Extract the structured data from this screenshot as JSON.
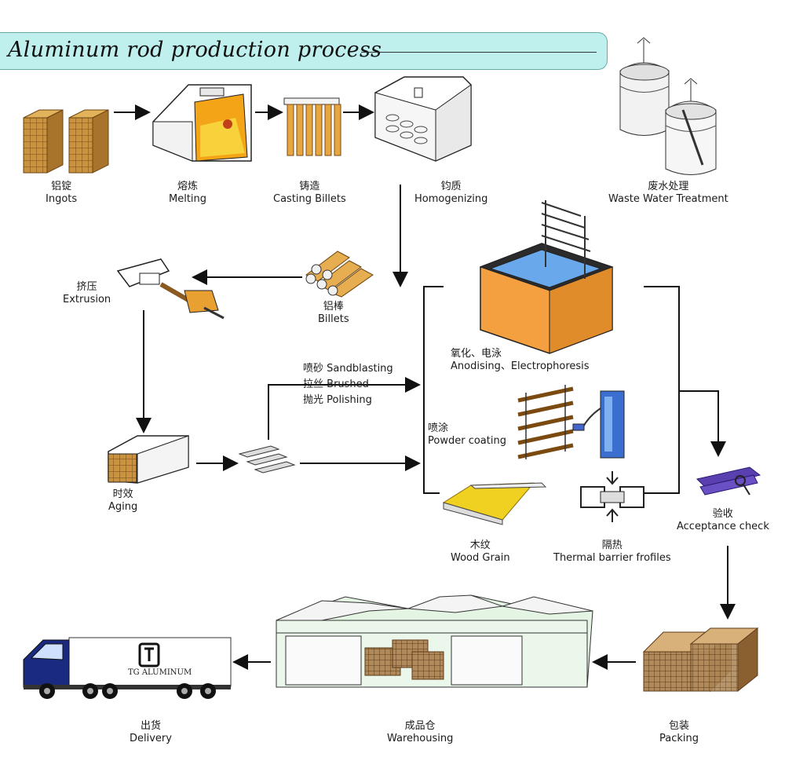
{
  "title": "Aluminum rod production process",
  "steps": {
    "ingots": {
      "zh": "铝锭",
      "en": "Ingots"
    },
    "melting": {
      "zh": "熔炼",
      "en": "Melting"
    },
    "casting": {
      "zh": "铸造",
      "en": "Casting Billets"
    },
    "homogenizing": {
      "zh": "钧质",
      "en": "Homogenizing"
    },
    "waste_water": {
      "zh": "废水处理",
      "en": "Waste Water Treatment"
    },
    "extrusion": {
      "zh": "挤压",
      "en": "Extrusion"
    },
    "billets": {
      "zh": "铝棒",
      "en": "Billets"
    },
    "aging": {
      "zh": "时效",
      "en": "Aging"
    },
    "sandblasting": {
      "zh": "喷砂",
      "en": "Sandblasting"
    },
    "brushed": {
      "zh": "拉丝",
      "en": "Brushed"
    },
    "polishing": {
      "zh": "抛光",
      "en": "Polishing"
    },
    "anodising": {
      "zh": "氧化、电泳",
      "en": "Anodising、Electrophoresis"
    },
    "powder": {
      "zh": "喷涂",
      "en": "Powder coating"
    },
    "wood_grain": {
      "zh": "木纹",
      "en": "Wood Grain"
    },
    "thermal": {
      "zh": "隔热",
      "en": "Thermal barrier frofiles"
    },
    "acceptance": {
      "zh": "验收",
      "en": "Acceptance check"
    },
    "packing": {
      "zh": "包装",
      "en": "Packing"
    },
    "warehousing": {
      "zh": "成品仓",
      "en": "Warehousing"
    },
    "delivery": {
      "zh": "出货",
      "en": "Delivery"
    }
  },
  "truck_brand": "TG ALUMINUM",
  "colors": {
    "title_bg": "#bff0ee",
    "wood": "#c8923e",
    "furnace": "#f0a21c",
    "tank": "#f4a040",
    "profile": "#5a3fb0"
  }
}
